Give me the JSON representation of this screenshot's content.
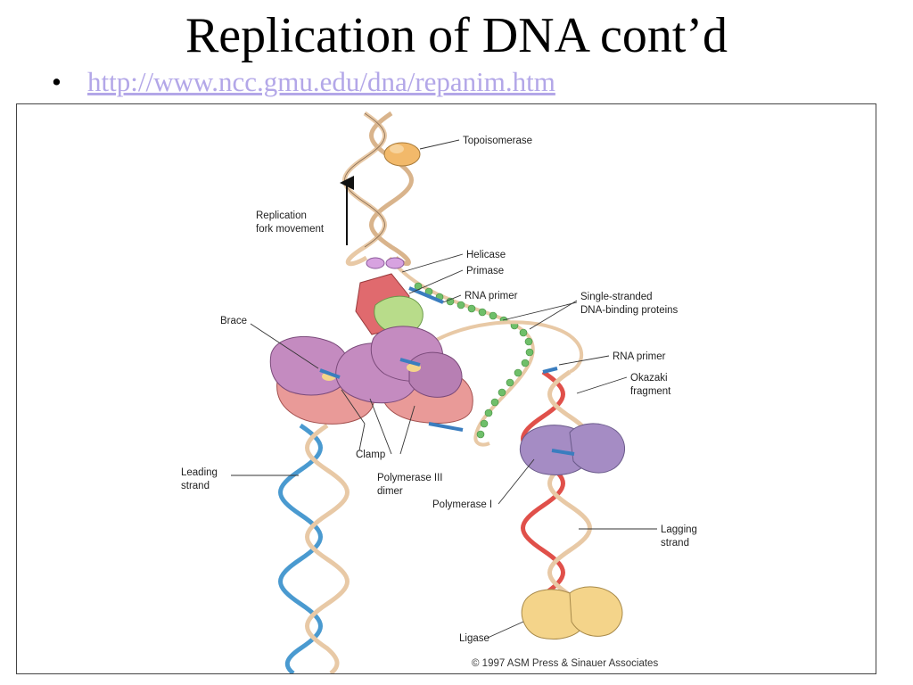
{
  "slide": {
    "title": "Replication of DNA cont’d",
    "bullet": "•",
    "link_text": "http://www.ncc.gmu.edu/dna/repanim.htm"
  },
  "diagram": {
    "labels": {
      "topoisomerase": "Topoisomerase",
      "fork_movement_1": "Replication",
      "fork_movement_2": "fork movement",
      "helicase": "Helicase",
      "primase": "Primase",
      "rna_primer_top": "RNA primer",
      "ssb_1": "Single-stranded",
      "ssb_2": "DNA-binding proteins",
      "brace": "Brace",
      "rna_primer_right": "RNA primer",
      "okazaki_1": "Okazaki",
      "okazaki_2": "fragment",
      "clamp": "Clamp",
      "polymerase_iii_1": "Polymerase III",
      "polymerase_iii_2": "dimer",
      "leading_1": "Leading",
      "leading_2": "strand",
      "polymerase_i": "Polymerase I",
      "lagging_1": "Lagging",
      "lagging_2": "strand",
      "ligase": "Ligase"
    },
    "copyright": "© 1997 ASM Press & Sinauer Associates",
    "colors": {
      "strand_tan": "#e8c9a6",
      "strand_blue": "#4a9ad0",
      "strand_red": "#e0504a",
      "ssb_green": "#6fbf6a",
      "topo_orange": "#f2b96a",
      "pol3_purple": "#c48bc0",
      "pol3_pink": "#e99a98",
      "helicase_red": "#e06a6e",
      "primase_green": "#b8dc8a",
      "pol1_lavender": "#a58cc4",
      "ligase_yellow": "#f4d48a"
    }
  }
}
